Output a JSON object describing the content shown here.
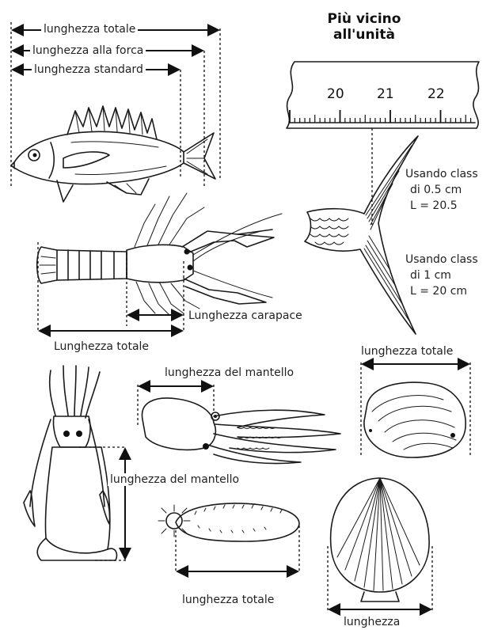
{
  "fish": {
    "total_length": "lunghezza totale",
    "fork_length": "lunghezza alla forca",
    "standard_length": "lunghezza standard"
  },
  "ruler": {
    "title_line1": "Più vicino",
    "title_line2": "all'unità",
    "ticks": [
      "20",
      "21",
      "22"
    ],
    "class_half": {
      "line1": "Usando class",
      "line2": "di 0.5 cm",
      "line3": "L = 20.5"
    },
    "class_one": {
      "line1": "Usando class",
      "line2": "di 1 cm",
      "line3": "L = 20 cm"
    }
  },
  "lobster": {
    "carapace_length": "Lunghezza carapace",
    "total_length": "Lunghezza totale"
  },
  "octopus": {
    "mantle_length": "lunghezza del mantello"
  },
  "squid": {
    "mantle_length": "lunghezza del mantello"
  },
  "abalone": {
    "total_length": "lunghezza totale"
  },
  "sea_cucumber": {
    "total_length": "lunghezza totale"
  },
  "scallop": {
    "length": "lunghezza"
  }
}
